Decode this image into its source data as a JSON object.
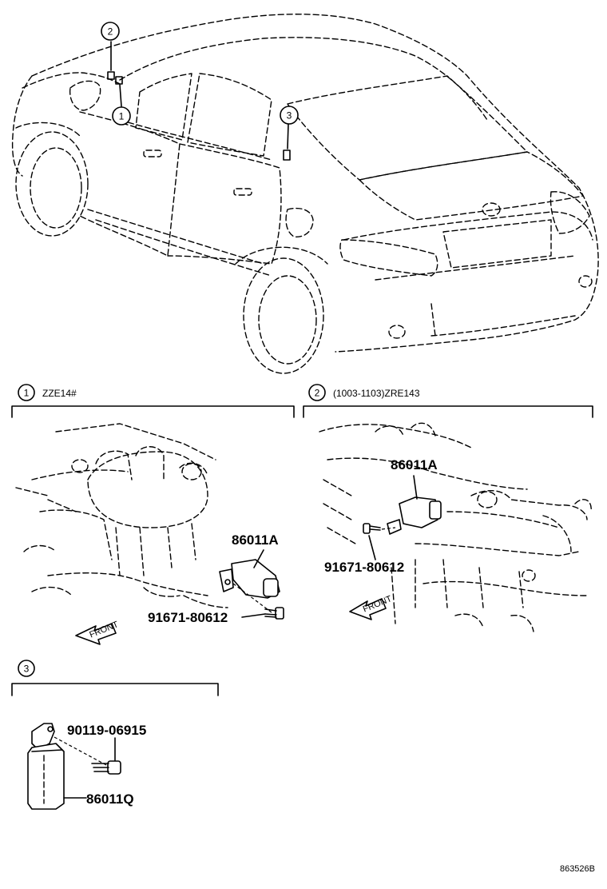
{
  "callouts": {
    "c1": "1",
    "c2": "2",
    "c3": "3"
  },
  "sections": [
    {
      "number": "1",
      "title": "ZZE14#"
    },
    {
      "number": "2",
      "title": "(1003-1103)ZRE143"
    },
    {
      "number": "3",
      "title": ""
    }
  ],
  "section1": {
    "sensor": "86011A",
    "bolt": "91671-80612",
    "front_tag": "FRONT"
  },
  "section2": {
    "sensor": "86011A",
    "bolt": "91671-80612",
    "front_tag": "FRONT"
  },
  "section3": {
    "screw": "90119-06915",
    "sensor": "86011Q"
  },
  "ref_code": "863526B"
}
